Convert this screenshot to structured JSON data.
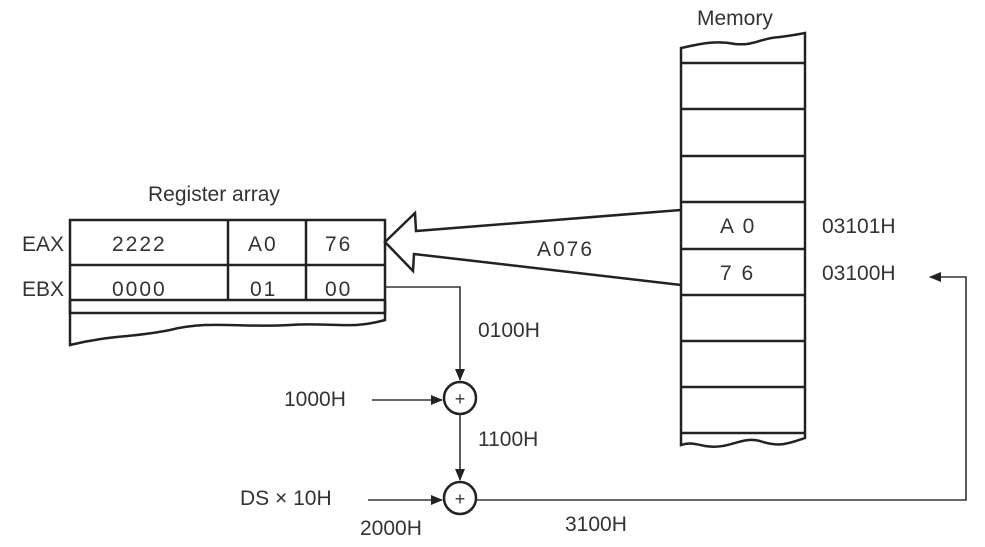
{
  "register_array": {
    "title": "Register array",
    "rows": [
      {
        "name": "EAX",
        "cells": [
          "2222",
          "A0",
          "76"
        ]
      },
      {
        "name": "EBX",
        "cells": [
          "0000",
          "01",
          "00"
        ]
      }
    ]
  },
  "memory": {
    "title": "Memory",
    "cells": [
      {
        "value": "A 0",
        "address": "03101H"
      },
      {
        "value": "7 6",
        "address": "03100H"
      }
    ]
  },
  "transfer": {
    "label": "A076"
  },
  "address_calc": {
    "offset": "0100H",
    "displacement": "1000H",
    "sum1": "1100H",
    "segment_label": "DS × 10H",
    "segment_value": "2000H",
    "result": "3100H",
    "adder_symbol": "+"
  }
}
